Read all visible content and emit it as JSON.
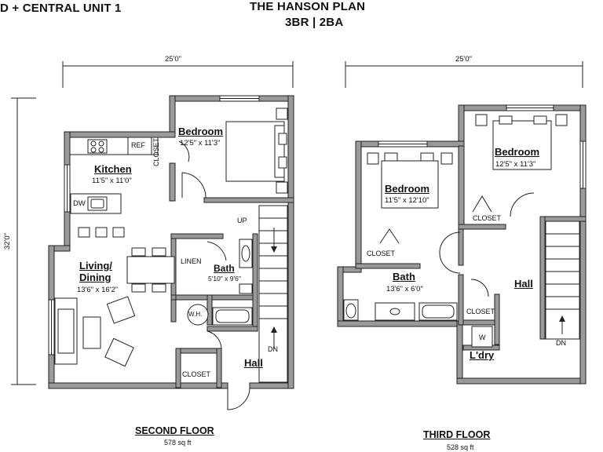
{
  "header": {
    "unit_title": "D + CENTRAL UNIT 1",
    "plan_name": "THE HANSON PLAN",
    "plan_type": "3BR | 2BA"
  },
  "second_floor": {
    "width_dim": "25'0\"",
    "height_dim": "32'0\"",
    "title": "SECOND FLOOR",
    "sqft": "578 sq ft",
    "rooms": {
      "bedroom": {
        "name": "Bedroom",
        "dim": "12'5\" x 11'3\""
      },
      "kitchen": {
        "name": "Kitchen",
        "dim": "11'5\" x 11'0\""
      },
      "living_1": "Living/",
      "living_2": "Dining",
      "living_dim": "13'6\" x 16'2\"",
      "bath": {
        "name": "Bath",
        "dim": "5'10\" x 9'6\""
      },
      "hall": "Hall"
    },
    "labels": {
      "ref": "REF",
      "dw": "DW",
      "closet_vertical": "CLOSET",
      "linen": "LINEN",
      "wh": "W.H.",
      "closet": "CLOSET",
      "up": "UP",
      "dn": "DN"
    }
  },
  "third_floor": {
    "width_dim": "25'0\"",
    "title": "THIRD FLOOR",
    "sqft": "528 sq ft",
    "rooms": {
      "bedroom_left": {
        "name": "Bedroom",
        "dim": "11'5\" x 12'10\""
      },
      "bedroom_right": {
        "name": "Bedroom",
        "dim": "12'5\" x 11'3\""
      },
      "bath": {
        "name": "Bath",
        "dim": "13'6\" x 6'0\""
      },
      "hall": "Hall",
      "laundry": "L'dry"
    },
    "labels": {
      "closet_left": "CLOSET",
      "closet_right": "CLOSET",
      "closet_small": "CLOSET",
      "w": "W",
      "dn": "DN"
    }
  }
}
